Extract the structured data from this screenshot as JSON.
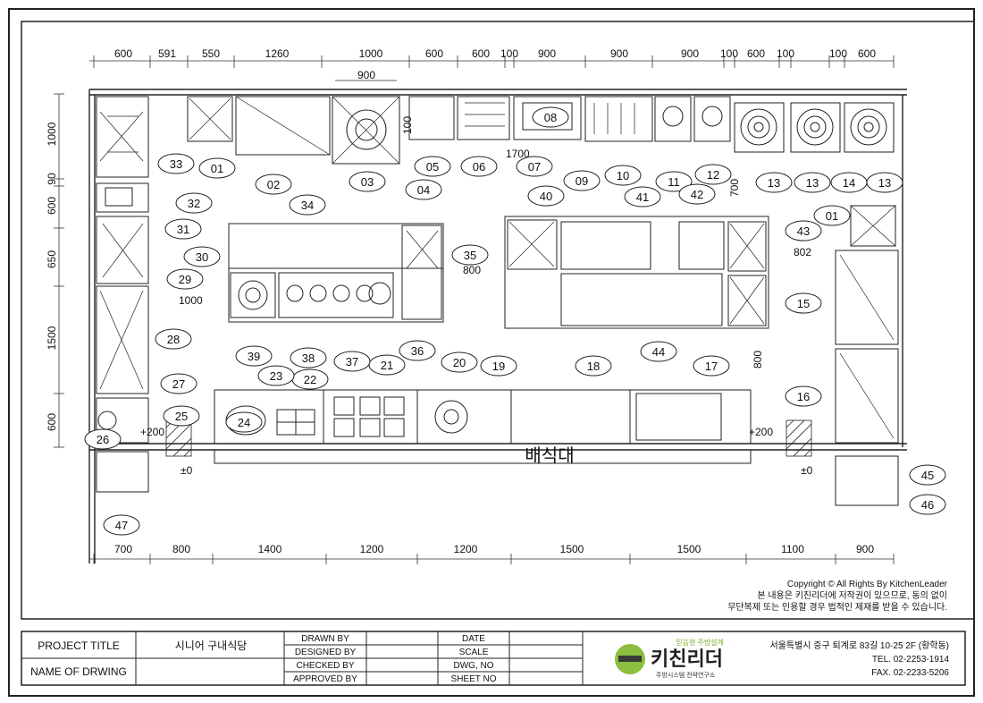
{
  "top_dimensions": [
    "600",
    "591",
    "550",
    "1260",
    "1000",
    "600",
    "600",
    "100",
    "900",
    "900",
    "900",
    "100",
    "600",
    "100",
    "100",
    "600"
  ],
  "top_sub_dimension": "900",
  "bottom_dimensions": [
    "700",
    "800",
    "1400",
    "1200",
    "1200",
    "1500",
    "1500",
    "1100",
    "900"
  ],
  "left_dimensions": [
    "1000",
    "90",
    "600",
    "650",
    "1500",
    "600"
  ],
  "inner_dimensions": {
    "d1000_left": "1000",
    "d800_sink": "800",
    "d800_right": "800",
    "d802": "802",
    "d700": "700",
    "d1700": "1700",
    "d100_small": "100"
  },
  "level_marks": {
    "plus_left": "+200",
    "plus_right": "+200",
    "zero_left": "±0",
    "zero_right": "±0"
  },
  "counter_label": "배식대",
  "callouts": [
    "01",
    "02",
    "03",
    "04",
    "05",
    "06",
    "07",
    "08",
    "09",
    "10",
    "11",
    "12",
    "13",
    "13",
    "14",
    "13",
    "01",
    "15",
    "16",
    "17",
    "18",
    "19",
    "20",
    "21",
    "22",
    "23",
    "24",
    "25",
    "26",
    "27",
    "28",
    "29",
    "30",
    "31",
    "32",
    "33",
    "34",
    "35",
    "36",
    "37",
    "38",
    "39",
    "40",
    "41",
    "42",
    "43",
    "44",
    "45",
    "46",
    "47"
  ],
  "copyright": {
    "line1": "Copyright © All Rights By KitchenLeader",
    "line2": "본 내용은 키친리더에 저작권이 있으므로, 동의 없이",
    "line3": "무단복제 또는 인용할 경우 법적인 제재를 받을 수 있습니다."
  },
  "title_block": {
    "project_title_label": "PROJECT TITLE",
    "project_title_value": "시니어 구내식당",
    "name_of_drawing_label": "NAME OF DRWING",
    "drawn_by": "DRAWN BY",
    "designed_by": "DESIGNED BY",
    "checked_by": "CHECKED BY",
    "approved_by": "APPROVED BY",
    "date": "DATE",
    "scale": "SCALE",
    "dwg_no": "DWG, NO",
    "sheet_no": "SHEET NO",
    "logo_tagline": "믿음형 주방설계",
    "logo_name": "키친리더",
    "logo_sub": "주방시스템 전략연구소",
    "address": "서울특별시 중구 퇴계로 83길 10-25 2F (황학동)",
    "tel": "TEL. 02-2253-1914",
    "fax": "FAX. 02-2233-5206"
  }
}
